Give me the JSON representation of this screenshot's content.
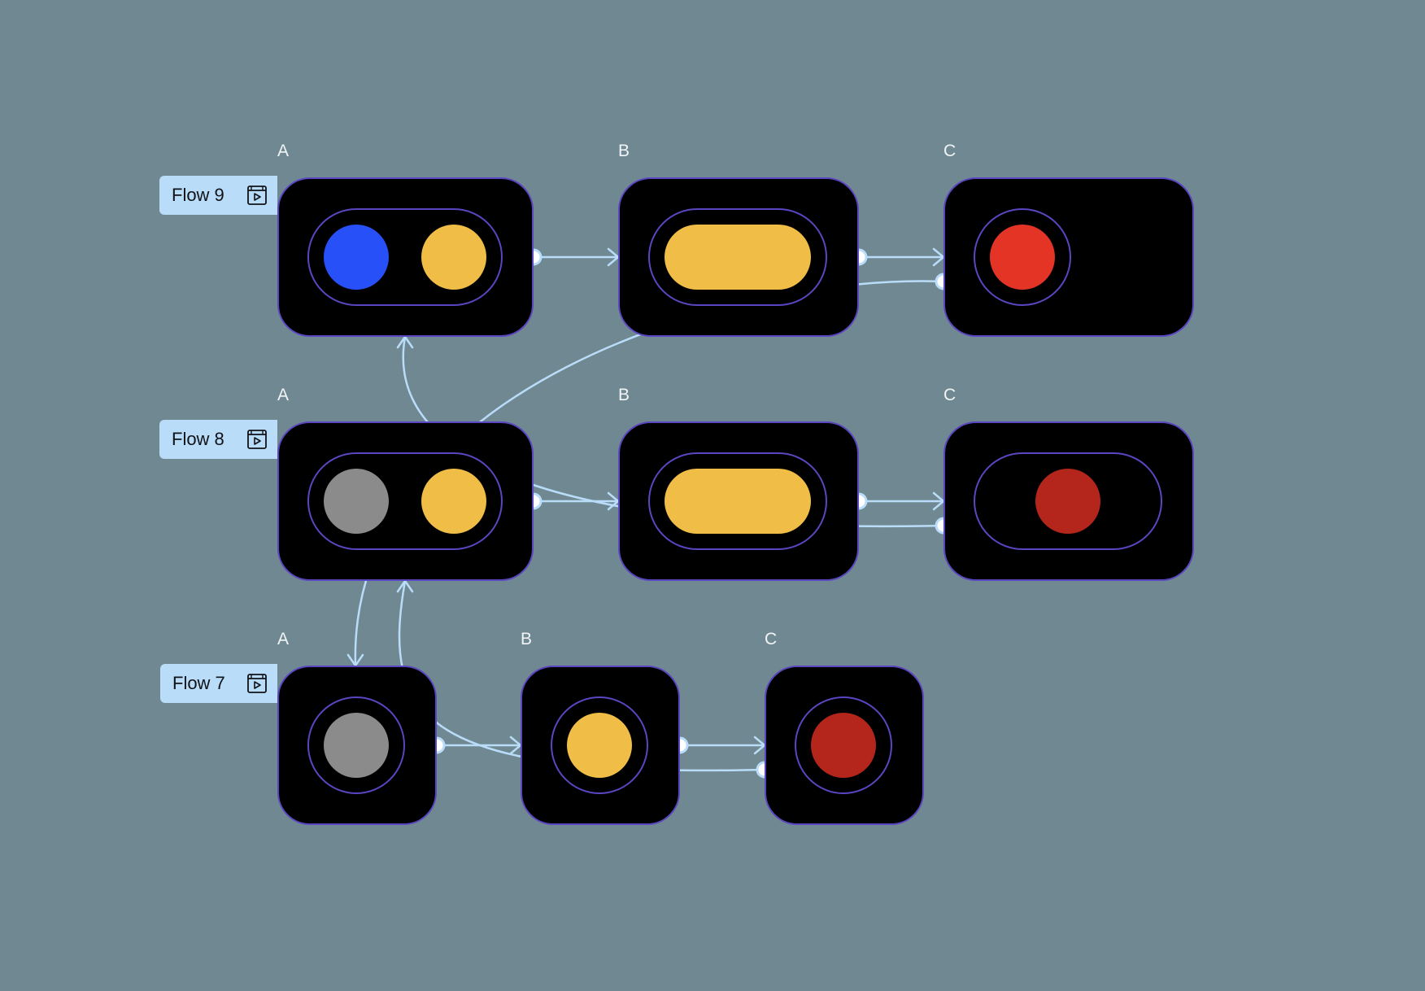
{
  "flows": [
    {
      "name": "Flow 9",
      "icon": "play-window-icon",
      "nodes": [
        {
          "letter": "A",
          "state": "two-lamps",
          "lamps": [
            "#2750f8",
            "#f0bd46"
          ]
        },
        {
          "letter": "B",
          "state": "wide-lamp",
          "lamps": [
            "#f0bd46"
          ]
        },
        {
          "letter": "C",
          "state": "single-lamp",
          "lamps": [
            "#e33426"
          ]
        }
      ]
    },
    {
      "name": "Flow 8",
      "icon": "play-window-icon",
      "nodes": [
        {
          "letter": "A",
          "state": "two-lamps",
          "lamps": [
            "#8b8b8b",
            "#f0bd46"
          ]
        },
        {
          "letter": "B",
          "state": "wide-lamp",
          "lamps": [
            "#f0bd46"
          ]
        },
        {
          "letter": "C",
          "state": "centered-lamp",
          "lamps": [
            "#b4261b"
          ]
        }
      ]
    },
    {
      "name": "Flow 7",
      "icon": "play-window-icon",
      "nodes": [
        {
          "letter": "A",
          "state": "single-lamp",
          "lamps": [
            "#8b8b8b"
          ]
        },
        {
          "letter": "B",
          "state": "single-lamp",
          "lamps": [
            "#f0bd46"
          ]
        },
        {
          "letter": "C",
          "state": "single-lamp",
          "lamps": [
            "#b4261b"
          ]
        }
      ]
    }
  ],
  "cross_links": [
    {
      "from": "Flow 9 C",
      "to": "Flow 7 A"
    },
    {
      "from": "Flow 8 C",
      "to": "Flow 9 A"
    },
    {
      "from": "Flow 7 C",
      "to": "Flow 8 A"
    }
  ],
  "colors": {
    "background": "#708892",
    "node_fill": "#000000",
    "node_border": "#5a46c0",
    "connector": "#b9dcf8",
    "label_bg": "#b9dcf8"
  }
}
